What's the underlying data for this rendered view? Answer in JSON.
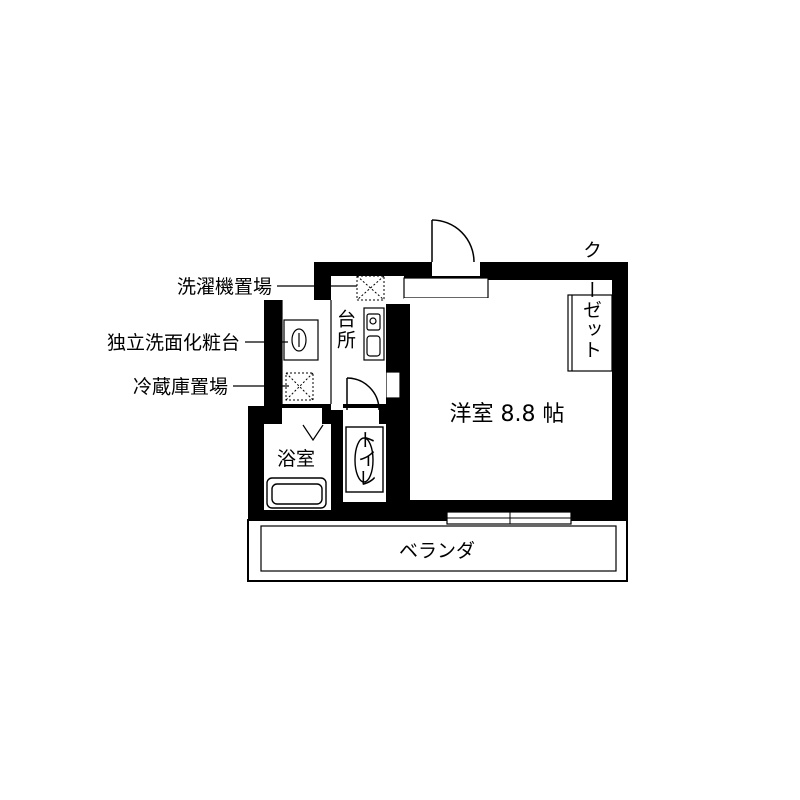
{
  "floor_plan": {
    "rooms": {
      "main_room": "洋室 8.8 帖",
      "kitchen": "台所",
      "bath": "浴室",
      "toilet": "トイレ",
      "closet": "クローゼット",
      "veranda": "ベランダ"
    },
    "callouts": {
      "washer": "洗濯機置場",
      "washstand": "独立洗面化粧台",
      "fridge": "冷蔵庫置場"
    }
  }
}
